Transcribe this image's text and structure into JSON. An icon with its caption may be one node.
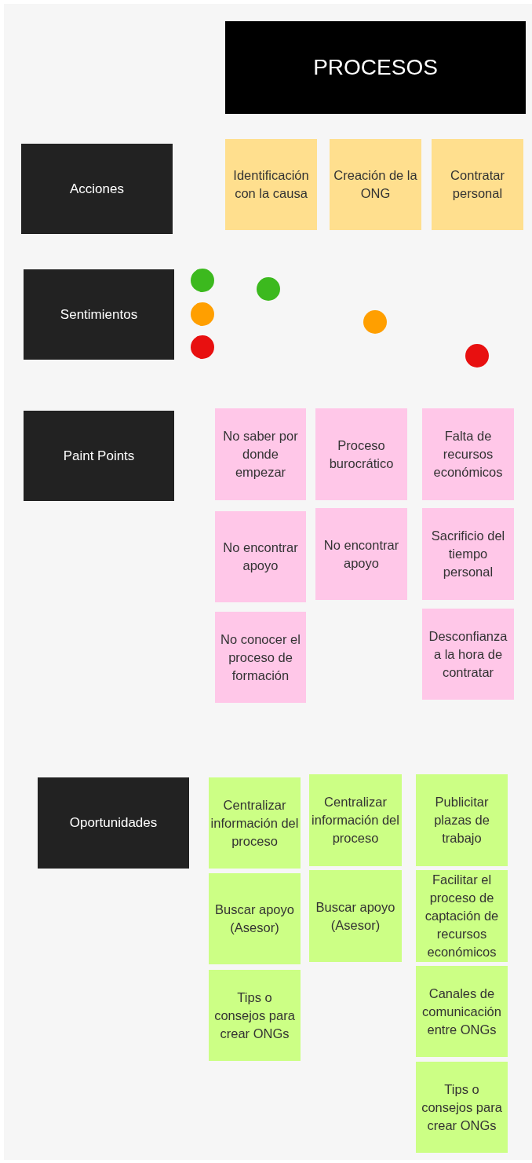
{
  "diagram": {
    "nodes": [
      {
        "text": [
          "PROCESOS"
        ]
      },
      {
        "text": [
          "Acciones"
        ]
      },
      {
        "text": [
          "Identificación con la causa"
        ]
      },
      {
        "text": [
          "Creación de la ONG"
        ]
      },
      {
        "text": [
          "Contratar personal"
        ]
      },
      {
        "text": [
          "Sentimientos"
        ]
      },
      {
        "text": [],
        "shape": "circle"
      },
      {
        "text": [],
        "shape": "circle"
      },
      {
        "text": [],
        "shape": "circle"
      },
      {
        "text": [],
        "shape": "circle"
      },
      {
        "text": [],
        "shape": "circle"
      },
      {
        "text": [],
        "shape": "circle"
      },
      {
        "text": [
          "Paint Points"
        ]
      },
      {
        "text": [
          "No saber por donde empezar"
        ]
      },
      {
        "text": [
          "Proceso burocrático"
        ]
      },
      {
        "text": [
          "Falta de recursos económicos"
        ]
      },
      {
        "text": [
          "No encontrar apoyo"
        ]
      },
      {
        "text": [
          "No encontrar apoyo"
        ]
      },
      {
        "text": [
          "Sacrificio del tiempo personal"
        ]
      },
      {
        "text": [
          "No conocer el proceso de formación"
        ]
      },
      {
        "text": [
          "Desconfianza a la hora de contratar"
        ]
      },
      {
        "text": [
          "Oportunidades"
        ]
      },
      {
        "text": [
          "Centralizar información del proceso"
        ]
      },
      {
        "text": [
          "Centralizar información del proceso"
        ]
      },
      {
        "text": [
          "Publicitar plazas de trabajo"
        ]
      },
      {
        "text": [
          "Buscar apoyo (Asesor)"
        ]
      },
      {
        "text": [
          "Buscar apoyo (Asesor)"
        ]
      },
      {
        "text": [
          "Facilitar el proceso de captación de recursos económicos"
        ]
      },
      {
        "text": [
          "Tips o consejos para crear ONGs"
        ]
      },
      {
        "text": [
          "Canales de comunicación entre ONGs"
        ]
      },
      {
        "text": [
          "Tips o consejos para crear ONGs"
        ]
      }
    ]
  }
}
